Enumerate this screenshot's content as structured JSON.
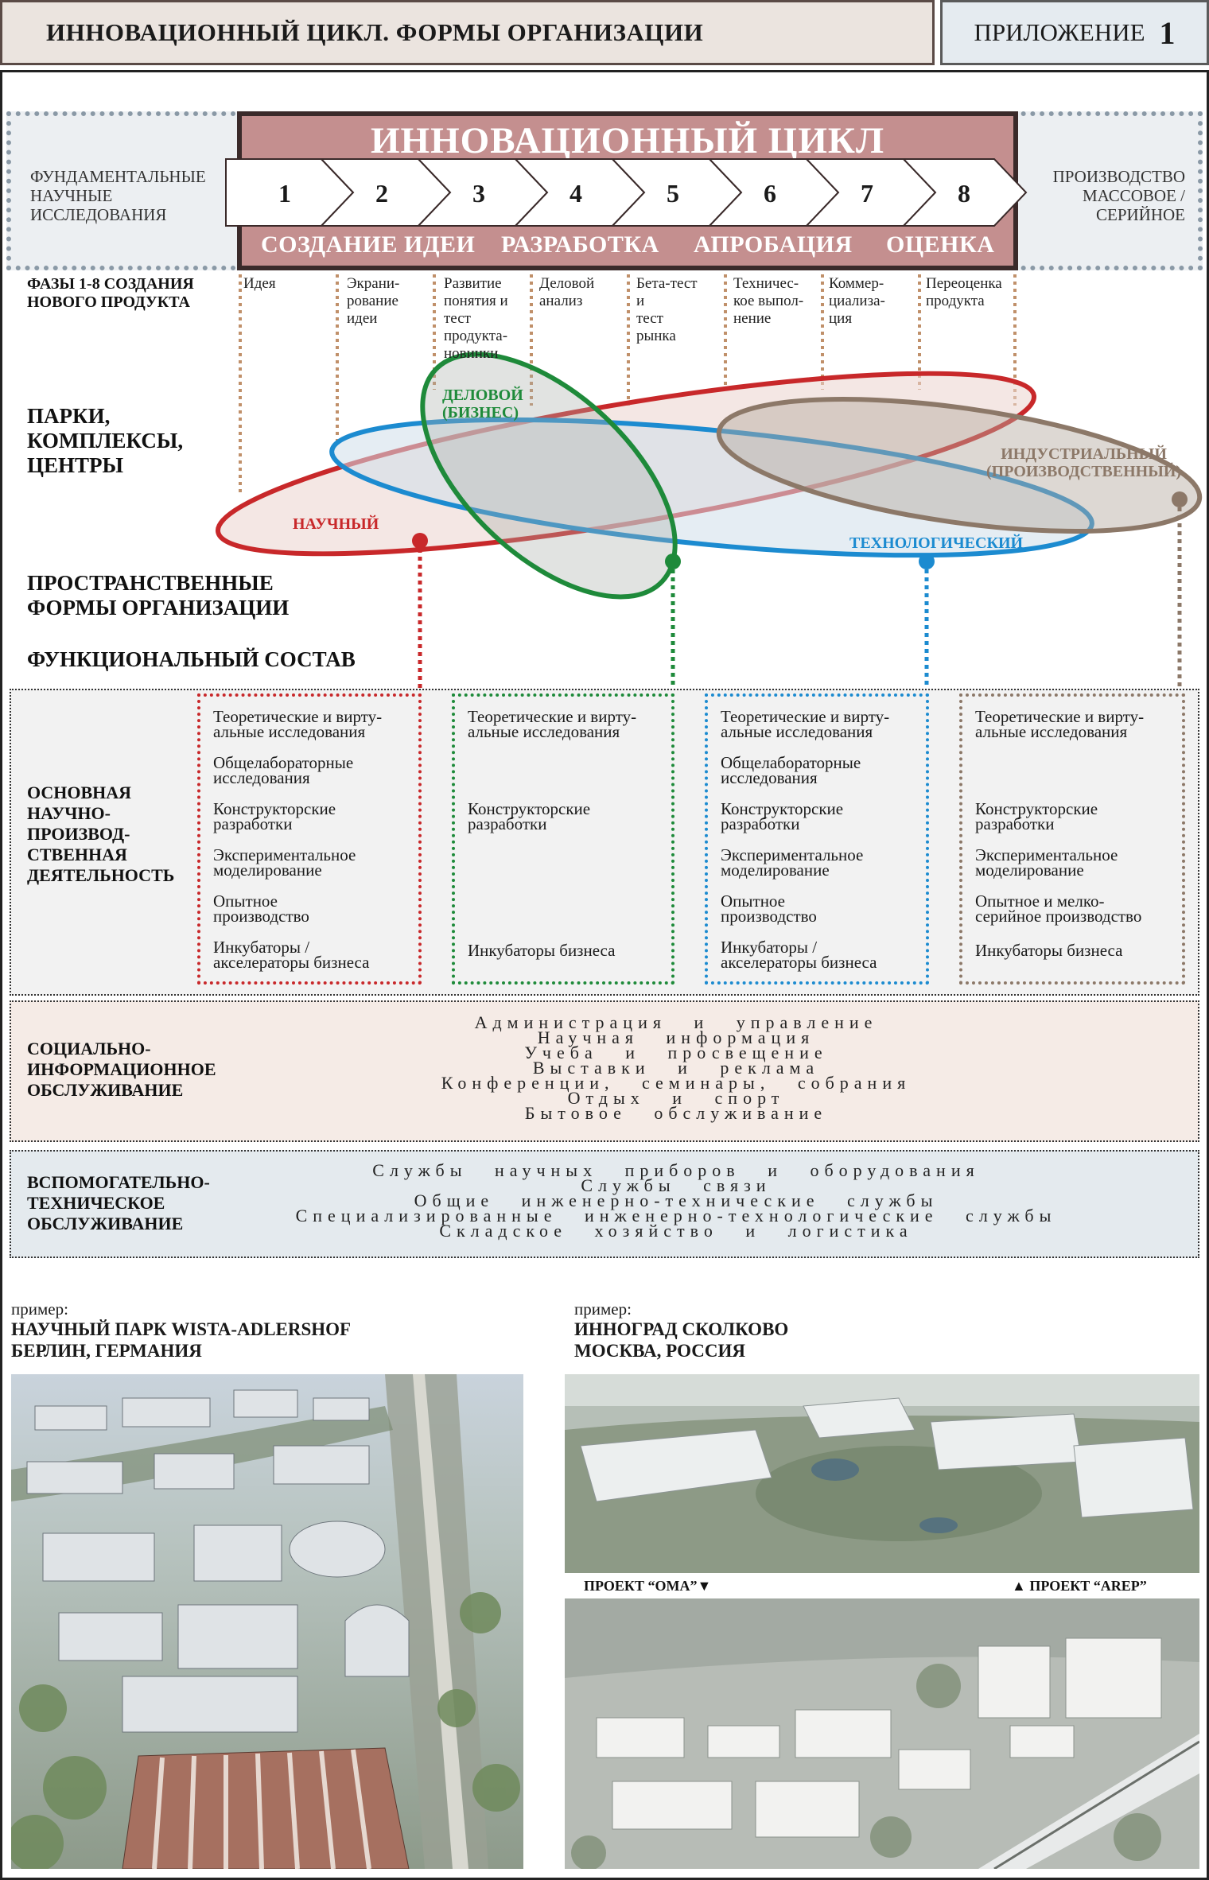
{
  "header": {
    "title": "ИННОВАЦИОННЫЙ ЦИКЛ. ФОРМЫ ОРГАНИЗАЦИИ",
    "appendix_label": "ПРИЛОЖЕНИЕ",
    "appendix_number": "1"
  },
  "cycle": {
    "title": "ИННОВАЦИОННЫЙ ЦИКЛ",
    "left_note": [
      "ФУНДАМЕНТАЛЬНЫЕ",
      "НАУЧНЫЕ",
      "ИССЛЕДОВАНИЯ"
    ],
    "right_note": [
      "ПРОИЗВОДСТВО",
      "МАССОВОЕ /",
      "СЕРИЙНОЕ"
    ],
    "steps": [
      "1",
      "2",
      "3",
      "4",
      "5",
      "6",
      "7",
      "8"
    ],
    "phases": [
      "СОЗДАНИЕ ИДЕИ",
      "РАЗРАБОТКА",
      "АПРОБАЦИЯ",
      "ОЦЕНКА"
    ],
    "phase_caption": [
      "ФАЗЫ 1-8 СОЗДАНИЯ",
      "НОВОГО ПРОДУКТА"
    ],
    "phase_labels": [
      [
        "Идея"
      ],
      [
        "Экрани-",
        "рование",
        "идеи"
      ],
      [
        "Развитие",
        "понятия и",
        "тест",
        "продукта-",
        "новинки"
      ],
      [
        "Деловой",
        "анализ"
      ],
      [
        "Бета-тест",
        "и",
        "тест",
        "рынка"
      ],
      [
        "Техничес-",
        "кое выпол-",
        "нение"
      ],
      [
        "Коммер-",
        "циализа-",
        "ция"
      ],
      [
        "Переоценка",
        "продукта"
      ]
    ]
  },
  "parks": {
    "heading": [
      "ПАРКИ,",
      "КОМПЛЕКСЫ,",
      "ЦЕНТРЫ"
    ],
    "scientific": "НАУЧНЫЙ",
    "business": [
      "ДЕЛОВОЙ",
      "(БИЗНЕС)"
    ],
    "industrial": [
      "ИНДУСТРИАЛЬНЫЙ",
      "(ПРОИЗВОДСТВЕННЫЙ)"
    ],
    "technological": "ТЕХНОЛОГИЧЕСКИЙ"
  },
  "colors": {
    "scientific": "#c8282a",
    "business": "#1e8a3a",
    "technological": "#1c8bd0",
    "industrial": "#8c7868",
    "cycle_band": "#c48f8f"
  },
  "sections": {
    "spatial": [
      "ПРОСТРАНСТВЕННЫЕ",
      "ФОРМЫ ОРГАНИЗАЦИИ"
    ],
    "functional": "ФУНКЦИОНАЛЬНЫЙ СОСТАВ",
    "main_activity": [
      "ОСНОВНАЯ",
      "НАУЧНО-",
      "ПРОИЗВОД-",
      "СТВЕННАЯ",
      "ДЕЯТЕЛЬНОСТЬ"
    ],
    "social": [
      "СОЦИАЛЬНО-",
      "ИНФОРМАЦИОННОЕ",
      "ОБСЛУЖИВАНИЕ"
    ],
    "auxiliary": [
      "ВСПОМОГАТЕЛЬНО-",
      "ТЕХНИЧЕСКОЕ",
      "ОБСЛУЖИВАНИЕ"
    ]
  },
  "columns": {
    "scientific": [
      [
        "Теоретические и вирту-",
        "альные исследования"
      ],
      [
        "Общелабораторные",
        "исследования"
      ],
      [
        "Конструкторские",
        "разработки"
      ],
      [
        "Экспериментальное",
        "моделирование"
      ],
      [
        "Опытное",
        "производство"
      ],
      [
        "Инкубаторы /",
        "акселераторы бизнеса"
      ]
    ],
    "business": [
      [
        "Теоретические и вирту-",
        "альные исследования"
      ],
      [
        "Конструкторские",
        "разработки"
      ],
      [
        "Инкубаторы бизнеса"
      ]
    ],
    "technological": [
      [
        "Теоретические и вирту-",
        "альные исследования"
      ],
      [
        "Общелабораторные",
        "исследования"
      ],
      [
        "Конструкторские",
        "разработки"
      ],
      [
        "Экспериментальное",
        "моделирование"
      ],
      [
        "Опытное",
        "производство"
      ],
      [
        "Инкубаторы /",
        "акселераторы бизнеса"
      ]
    ],
    "industrial": [
      [
        "Теоретические и вирту-",
        "альные исследования"
      ],
      [
        "Конструкторские",
        "разработки"
      ],
      [
        "Экспериментальное",
        "моделирование"
      ],
      [
        "Опытное и мелко-",
        "серийное производство"
      ],
      [
        "Инкубаторы бизнеса"
      ]
    ]
  },
  "social_items": [
    "Администрация и управление",
    "Научная информация",
    "Учеба и просвещение",
    "Выставки и реклама",
    "Конференции, семинары, собрания",
    "Отдых и спорт",
    "Бытовое обслуживание"
  ],
  "auxiliary_items": [
    "Службы научных приборов и оборудования",
    "Службы связи",
    "Общие инженерно-технические службы",
    "Специализированные инженерно-технологические службы",
    "Складское хозяйство и логистика"
  ],
  "examples": {
    "left": {
      "label": "пример:",
      "title": [
        "НАУЧНЫЙ ПАРК WISTA-ADLERSHOF",
        "БЕРЛИН, ГЕРМАНИЯ"
      ]
    },
    "right": {
      "label": "пример:",
      "title": [
        "ИННОГРАД СКОЛКОВО",
        "МОСКВА, РОССИЯ"
      ]
    },
    "caption_oma": "ПРОЕКТ “OMA”▼",
    "caption_arep": "▲ ПРОЕКТ “AREP”"
  }
}
